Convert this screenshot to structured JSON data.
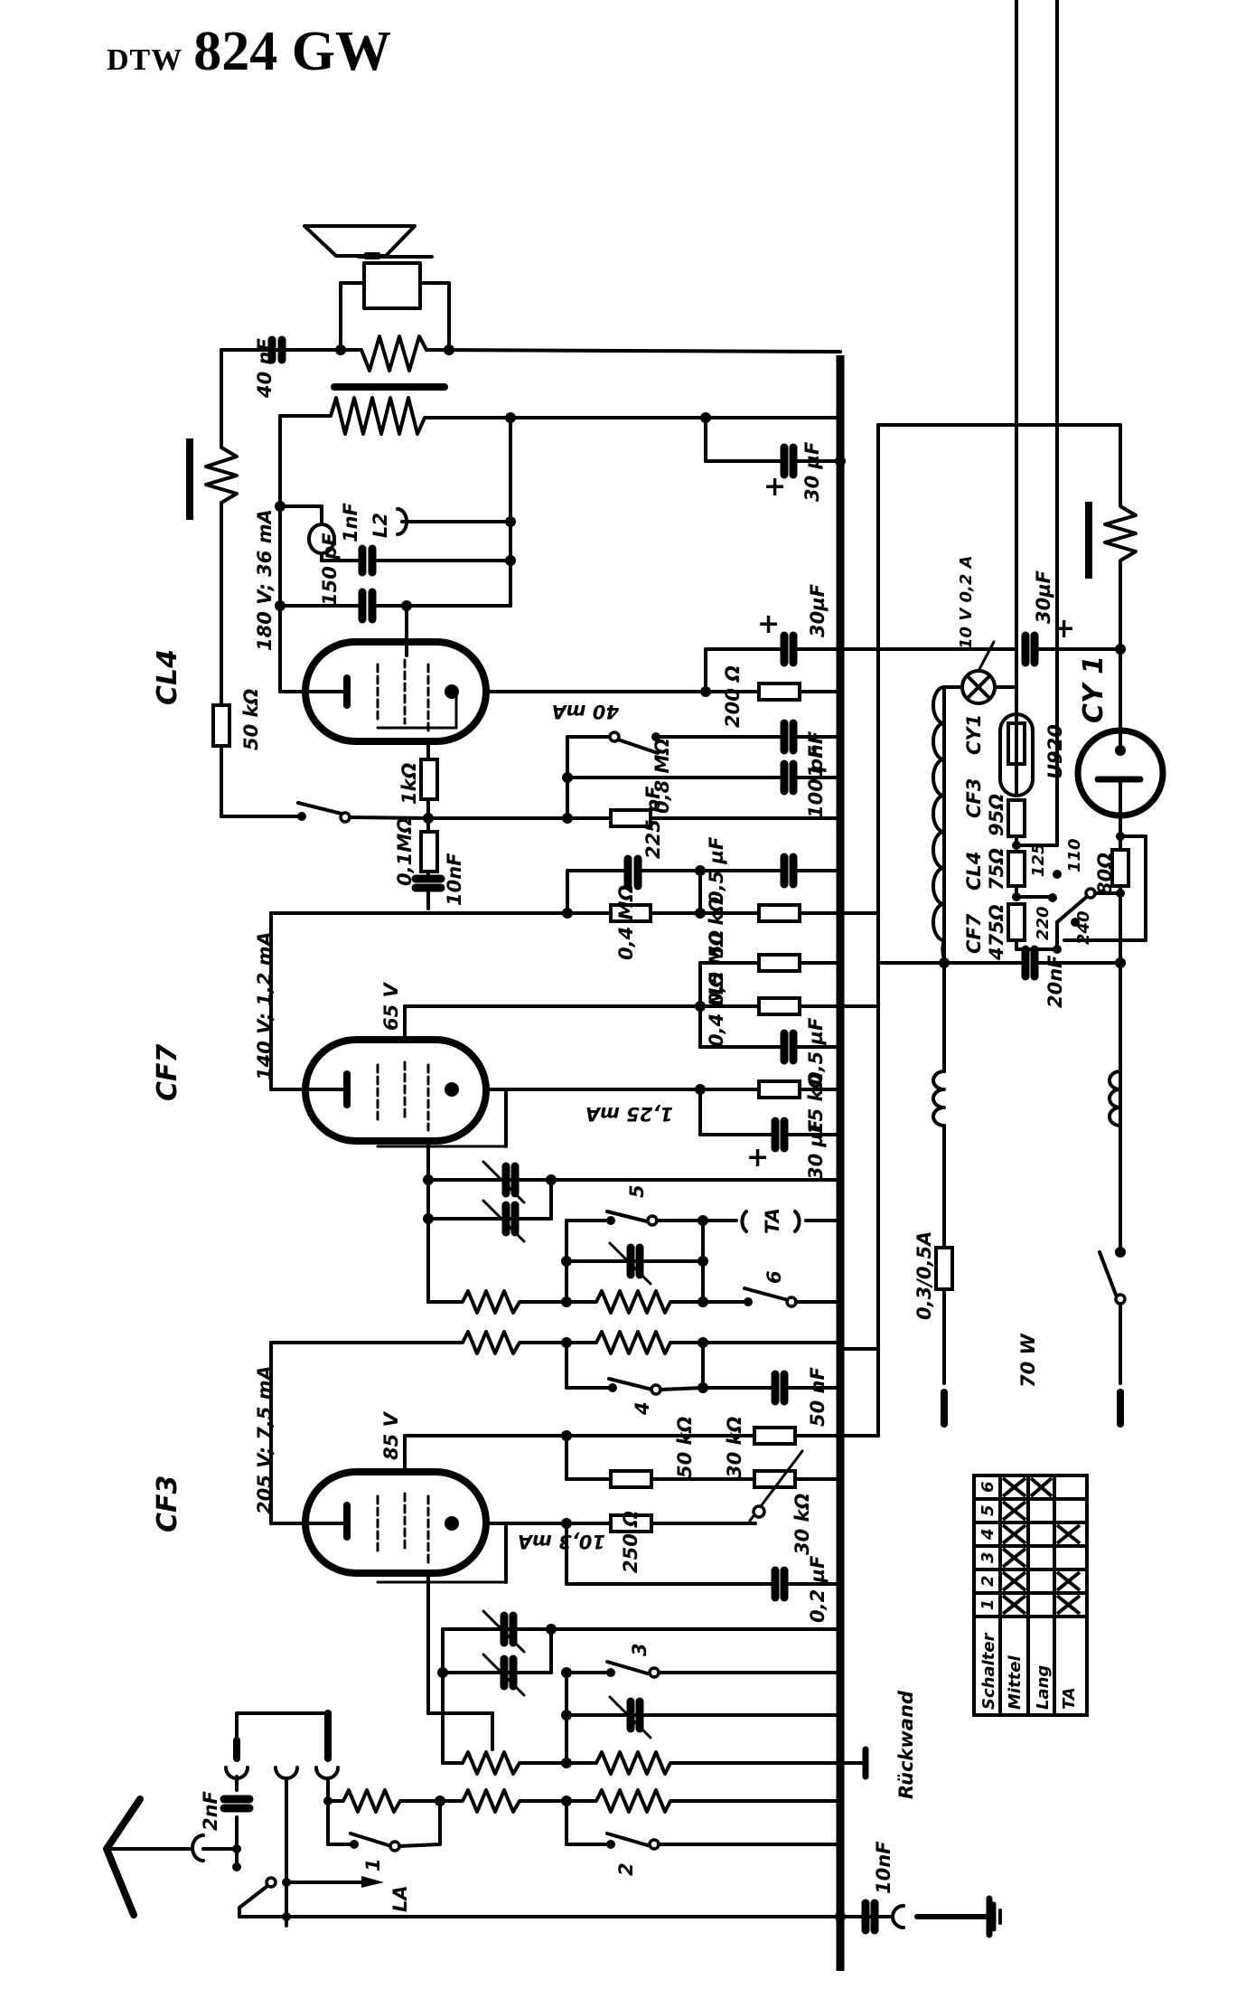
{
  "title": {
    "prefix": "DTW",
    "model": "824 GW"
  },
  "tubes": {
    "cl4": {
      "name": "CL4",
      "anode": "180 V; 36 mA",
      "cathode_current": "40 mA"
    },
    "cf7": {
      "name": "CF7",
      "anode": "140 V; 1,2 mA",
      "screen": "65 V",
      "cathode_current": "1,25 mA"
    },
    "cf3": {
      "name": "CF3",
      "anode": "205 V; 7,5 mA",
      "screen": "85 V",
      "cathode_current": "10,3 mA"
    },
    "cy1": {
      "name": "CY 1"
    }
  },
  "components": {
    "c_40nf": "40 nF",
    "c_150pf": "150 pF",
    "c_1nf_top": "1nF",
    "l2": "L2",
    "c_30uf_a": "30 µF",
    "c_30uf_b": "30µF",
    "r_50k_top": "50 kΩ",
    "r_1k": "1kΩ",
    "r_01m": "0,1MΩ",
    "c_10nf_grid": "10nF",
    "r_200": "200 Ω",
    "c_1nf": "1 nF",
    "c_100pf": "100 pF",
    "r_08m": "0,8 MΩ",
    "c_225pf": "225 pF",
    "c_05uf_a": "0,5 µF",
    "r_04m_a": "0,4 MΩ",
    "r_50k_b": "50 kΩ",
    "r_05m": "0,5 MΩ",
    "r_04m_b": "0,4 MΩ",
    "c_05uf_b": "0,5 µF",
    "r_15k": "15 kΩ",
    "c_30uf_c": "30 µF",
    "ta": "TA",
    "c_50nf": "50 nF",
    "r_50k_c": "50 kΩ",
    "r_30k_a": "30 kΩ",
    "r_30k_pot": "30 kΩ",
    "r_250": "250 Ω",
    "c_02uf": "0,2 µF",
    "c_2nf": "2nF",
    "la": "LA",
    "c_10nf_gnd": "10nF",
    "rueckwand": "Rückwand",
    "lamp": "10 V 0,2 A",
    "c_30uf_ps": "30µF",
    "u920": "U920",
    "heaters": [
      "CF7",
      "CL4",
      "CF3",
      "CY1"
    ],
    "r_95": "95Ω",
    "r_75": "75Ω",
    "r_475": "475Ω",
    "r_80": "80Ω",
    "taps": [
      "125",
      "110",
      "220",
      "240"
    ],
    "c_20nf": "20nF",
    "fuse": "0,3/0,5A",
    "power": "70 W"
  },
  "switches": [
    "1",
    "2",
    "3",
    "4",
    "5",
    "6"
  ],
  "switch_table": {
    "header": "Schalter",
    "columns": [
      "1",
      "2",
      "3",
      "4",
      "5",
      "6"
    ],
    "rows": [
      {
        "label": "Mittel",
        "marks": [
          true,
          true,
          true,
          true,
          true,
          true
        ]
      },
      {
        "label": "Lang",
        "marks": [
          false,
          false,
          false,
          false,
          false,
          true
        ]
      },
      {
        "label": "TA",
        "marks": [
          true,
          true,
          false,
          true,
          false,
          false
        ]
      }
    ]
  }
}
